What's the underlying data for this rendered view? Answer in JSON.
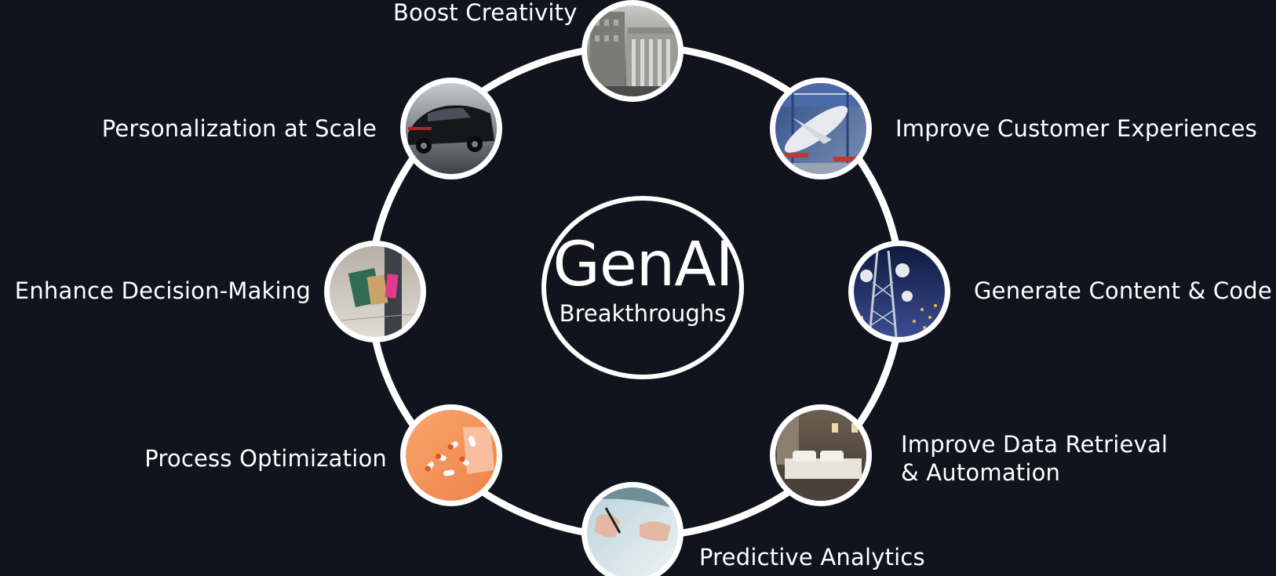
{
  "center": {
    "title": "GenAI",
    "subtitle": "Breakthroughs"
  },
  "nodes": [
    {
      "label": "Boost Creativity",
      "image_icon": "classical-building-photo-icon",
      "image_colors": [
        "#6b6b66",
        "#a9aaa4",
        "#3c3d3a"
      ]
    },
    {
      "label": "Improve Customer Experiences",
      "image_icon": "aircraft-factory-photo-icon",
      "image_colors": [
        "#3a5f9e",
        "#d8dbe2",
        "#c0392b"
      ]
    },
    {
      "label": "Generate Content & Code",
      "image_icon": "telecom-tower-night-photo-icon",
      "image_colors": [
        "#17244f",
        "#3f5aa8",
        "#f2b84b"
      ]
    },
    {
      "label_lines": [
        "Improve Data Retrieval",
        "& Automation"
      ],
      "image_icon": "hotel-room-photo-icon",
      "image_colors": [
        "#5f5547",
        "#a59a88",
        "#e8e3da"
      ]
    },
    {
      "label": "Predictive Analytics",
      "image_icon": "hand-writing-photo-icon",
      "image_colors": [
        "#cfe1e6",
        "#e9eff1",
        "#8aa6b0"
      ]
    },
    {
      "label": "Process Optimization",
      "image_icon": "pills-photo-icon",
      "image_colors": [
        "#f2955a",
        "#ffffff",
        "#e0552b"
      ]
    },
    {
      "label": "Enhance Decision-Making",
      "image_icon": "shopping-bags-photo-icon",
      "image_colors": [
        "#c9c3bb",
        "#2f6b55",
        "#e23b8c"
      ]
    },
    {
      "label": "Personalization at Scale",
      "image_icon": "luxury-car-photo-icon",
      "image_colors": [
        "#2a2d33",
        "#9aa0a8",
        "#101216"
      ]
    }
  ],
  "colors": {
    "background": "#11131d",
    "ring": "#ffffff",
    "text": "#ffffff"
  }
}
